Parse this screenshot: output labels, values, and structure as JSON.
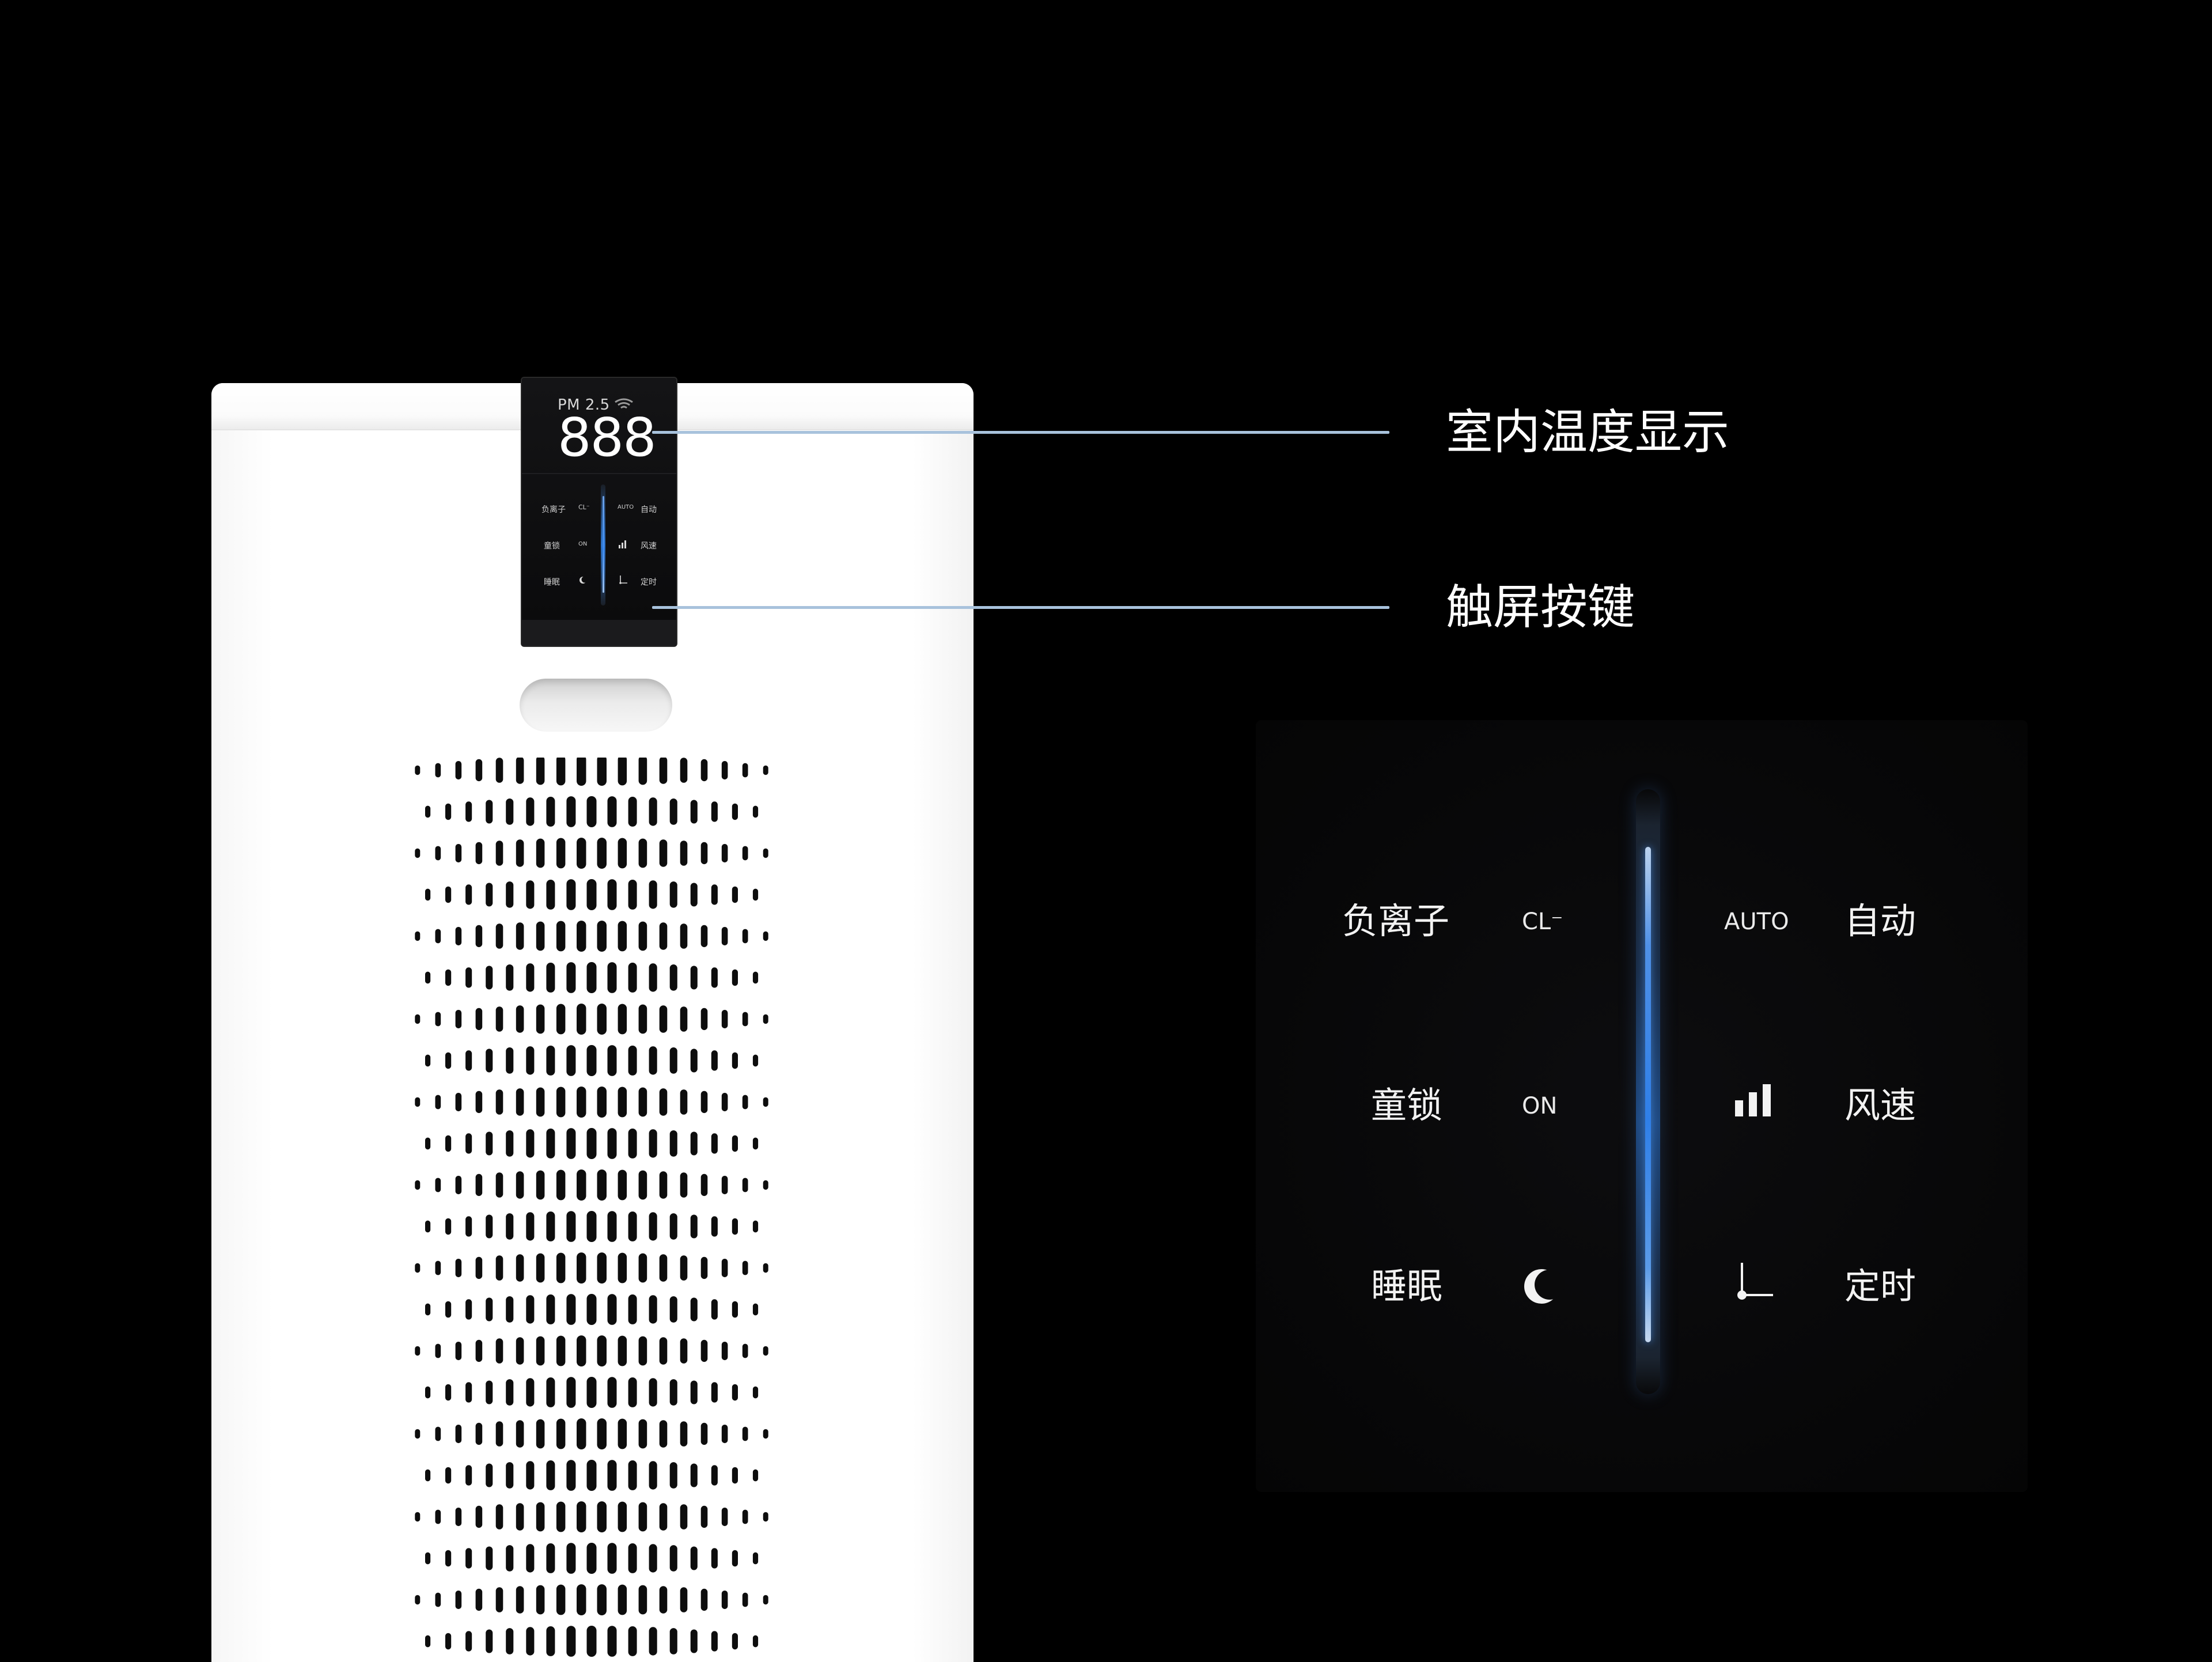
{
  "device": {
    "screen": {
      "pm_label": "PM 2.5",
      "pm_value": "888",
      "wifi_icon": "wifi-icon",
      "left_labels": [
        "负离子",
        "童锁",
        "睡眠"
      ],
      "left_tags": [
        "CL⁻",
        "ON"
      ],
      "right_tags": [
        "AUTO"
      ],
      "right_labels": [
        "自动",
        "风速",
        "定时"
      ]
    }
  },
  "callouts": [
    {
      "text": "室内温度显示"
    },
    {
      "text": "触屏按键"
    }
  ],
  "panel": {
    "rows": [
      {
        "left_label": "负离子",
        "left_tag": "CL⁻",
        "right_tag": "AUTO",
        "right_label": "自动"
      },
      {
        "left_label": "童锁",
        "left_tag": "ON",
        "right_icon": "signal-bars-icon",
        "right_label": "风速"
      },
      {
        "left_label": "睡眠",
        "left_icon": "moon-icon",
        "right_icon": "timer-icon",
        "right_label": "定时"
      }
    ]
  },
  "colors": {
    "background": "#000000",
    "accent_blue": "#2f7fe8",
    "callout_line": "#a8c2dc",
    "device_white": "#ffffff"
  }
}
